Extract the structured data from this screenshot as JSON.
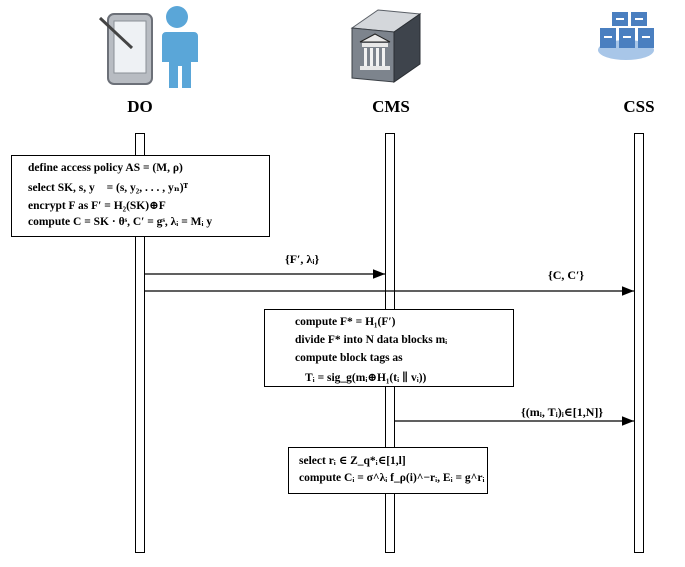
{
  "actors": {
    "do": {
      "label": "DO",
      "icon": "user-with-tablet-icon"
    },
    "cms": {
      "label": "CMS",
      "icon": "cloud-server-building-icon"
    },
    "css": {
      "label": "CSS",
      "icon": "server-cluster-icon"
    }
  },
  "do_box": {
    "line1": "define access policy  AS = (M, ρ)",
    "line2": "select  SK, s, y⃗ = (s, y₂, . . . , yₙ)ᵀ",
    "line3": "encrypt  F  as  F′ = H₂(SK)⊕F",
    "line4": "compute  C = SK · θˢ, C′ = gˢ, λᵢ = Mᵢ  y⃗"
  },
  "msg1": "{F′, λᵢ}",
  "msg2": "{C, C′}",
  "cms_box1": {
    "line1": "compute  F* = H₁(F′)",
    "line2": "divide  F*  into  N  data blocks  mᵢ",
    "line3": "compute  block tags as",
    "line4": "Tᵢ = sig_g(mᵢ⊕H₁(tᵢ ∥ vᵢ))"
  },
  "msg3": "{(mᵢ, Tᵢ)ᵢ∈[1,N]}",
  "cms_box2": {
    "line1": "select  rᵢ ∈ Z_q*ᵢ∈[1,l]",
    "line2": "compute  Cᵢ = σ^λᵢ f_ρ(i)^−rᵢ, Eᵢ = g^rᵢ"
  },
  "colors": {
    "line": "#000000",
    "server_blue": "#4a7fc0",
    "person_blue": "#5aa6d8",
    "roof_grey": "#9aa0a8"
  }
}
